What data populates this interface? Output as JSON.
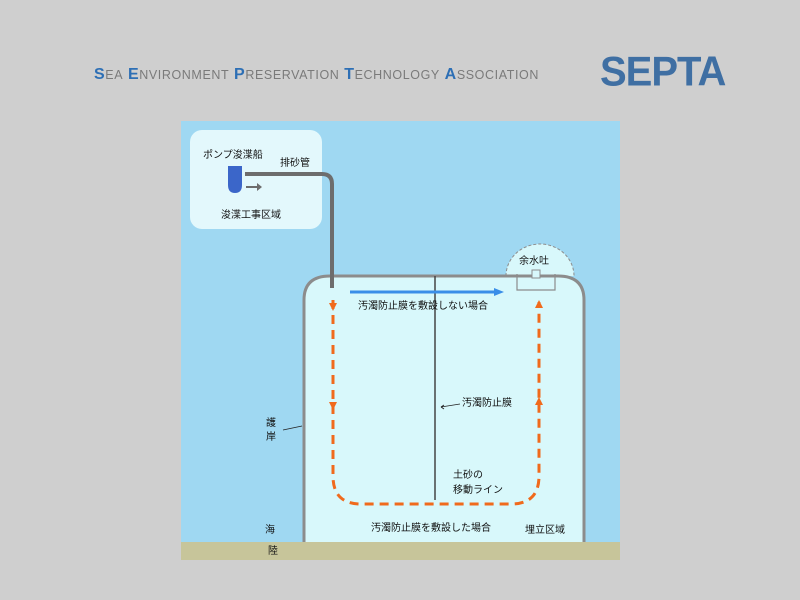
{
  "header": {
    "association_words": [
      {
        "cap": "S",
        "rest": "EA"
      },
      {
        "cap": "E",
        "rest": "NVIRONMENT"
      },
      {
        "cap": "P",
        "rest": "RESERVATION"
      },
      {
        "cap": "T",
        "rest": "ECHNOLOGY"
      },
      {
        "cap": "A",
        "rest": "SSOCIATION"
      }
    ],
    "logo": "SEPTA"
  },
  "diagram": {
    "labels": {
      "pump_dredger": "ポンプ浚渫船",
      "discharge_pipe": "排砂管",
      "dredging_area": "浚渫工事区域",
      "spillway": "余水吐",
      "no_fence_case": "汚濁防止膜を敷設しない場合",
      "silt_fence": "汚濁防止膜",
      "revetment_chars": [
        "護",
        "岸"
      ],
      "sediment_line_1": "土砂の",
      "sediment_line_2": "移動ライン",
      "with_fence_case": "汚濁防止膜を敷設した場合",
      "sea": "海",
      "reclamation_area": "埋立区域",
      "land": "陸"
    },
    "colors": {
      "sea": "#9fd8f2",
      "reclaim": "#d8f8fb",
      "land": "#c7c59a",
      "bank": "#8c8c8c",
      "pipe": "#6d6d6d",
      "orange": "#f06a1c",
      "blue": "#3a8ee8",
      "dredger": "#3b66c9"
    }
  }
}
